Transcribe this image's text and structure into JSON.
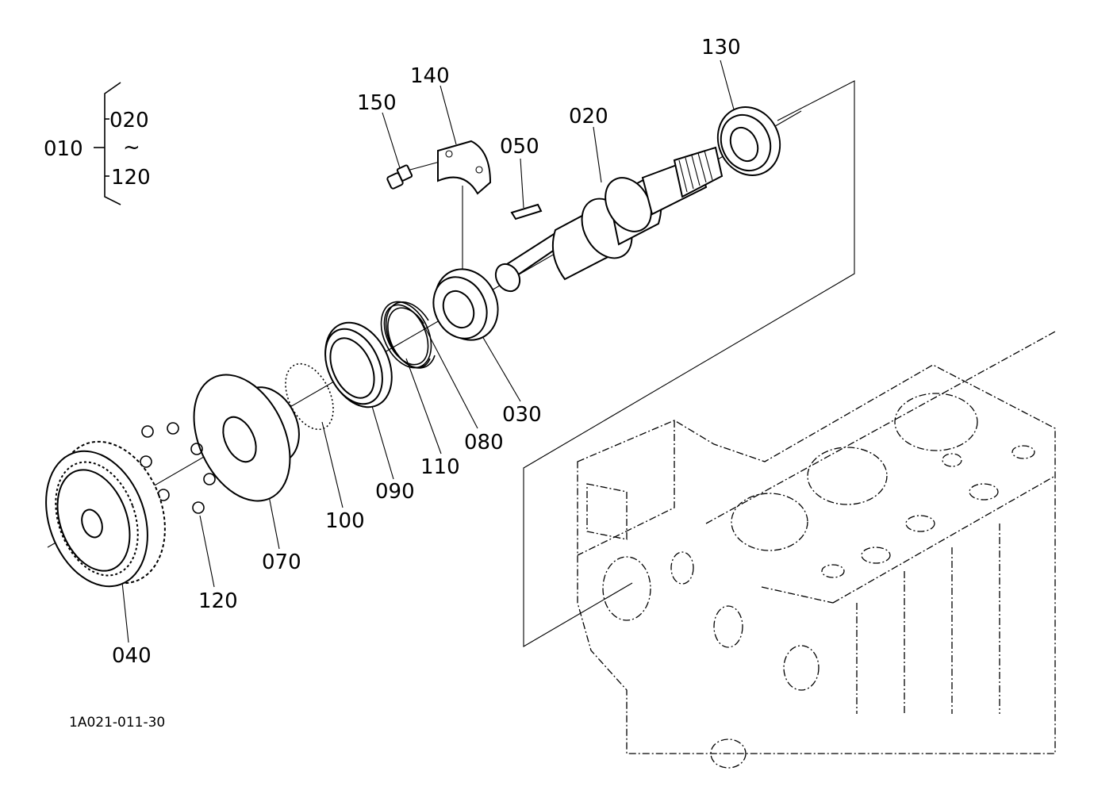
{
  "labels": {
    "p010": "010",
    "p020_group": "020",
    "p_range": "~",
    "p120_group": "120",
    "p150": "150",
    "p140": "140",
    "p050": "050",
    "p020": "020",
    "p130": "130",
    "p030": "030",
    "p080": "080",
    "p110": "110",
    "p090": "090",
    "p100": "100",
    "p070": "070",
    "p120": "120",
    "p040": "040"
  },
  "drawing_id": "1A021-011-30"
}
